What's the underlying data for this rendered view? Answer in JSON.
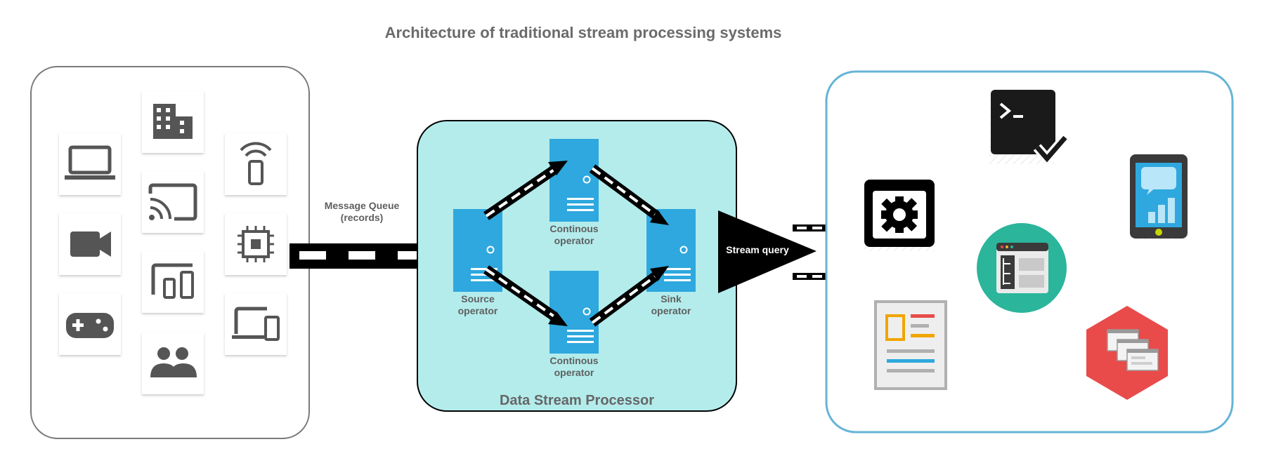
{
  "title": "Architecture of traditional stream processing systems",
  "message_queue": {
    "line1": "Message Queue",
    "line2": "(records)"
  },
  "processor": {
    "label": "Data Stream Processor",
    "source": {
      "line1": "Source",
      "line2": "operator"
    },
    "continuous_top": {
      "line1": "Continous",
      "line2": "operator"
    },
    "continuous_bottom": {
      "line1": "Continous",
      "line2": "operator"
    },
    "sink": {
      "line1": "Sink",
      "line2": "operator"
    }
  },
  "stream_query": "Stream query",
  "sources": [
    "laptop-icon",
    "video-camera-icon",
    "gamepad-icon",
    "building-icon",
    "cast-icon",
    "devices-icon",
    "people-icon",
    "wireless-phone-icon",
    "chip-icon",
    "laptop-phone-icon"
  ],
  "consumers": [
    "terminal-check-icon",
    "gear-window-icon",
    "tablet-chart-icon",
    "code-window-icon",
    "report-document-icon",
    "browser-windows-icon"
  ],
  "colors": {
    "server_blue": "#2ea8de",
    "processor_bg": "#b4ecec",
    "consumer_border": "#66b4d6",
    "hex_red": "#e94b4b",
    "teal": "#2bb59b"
  }
}
